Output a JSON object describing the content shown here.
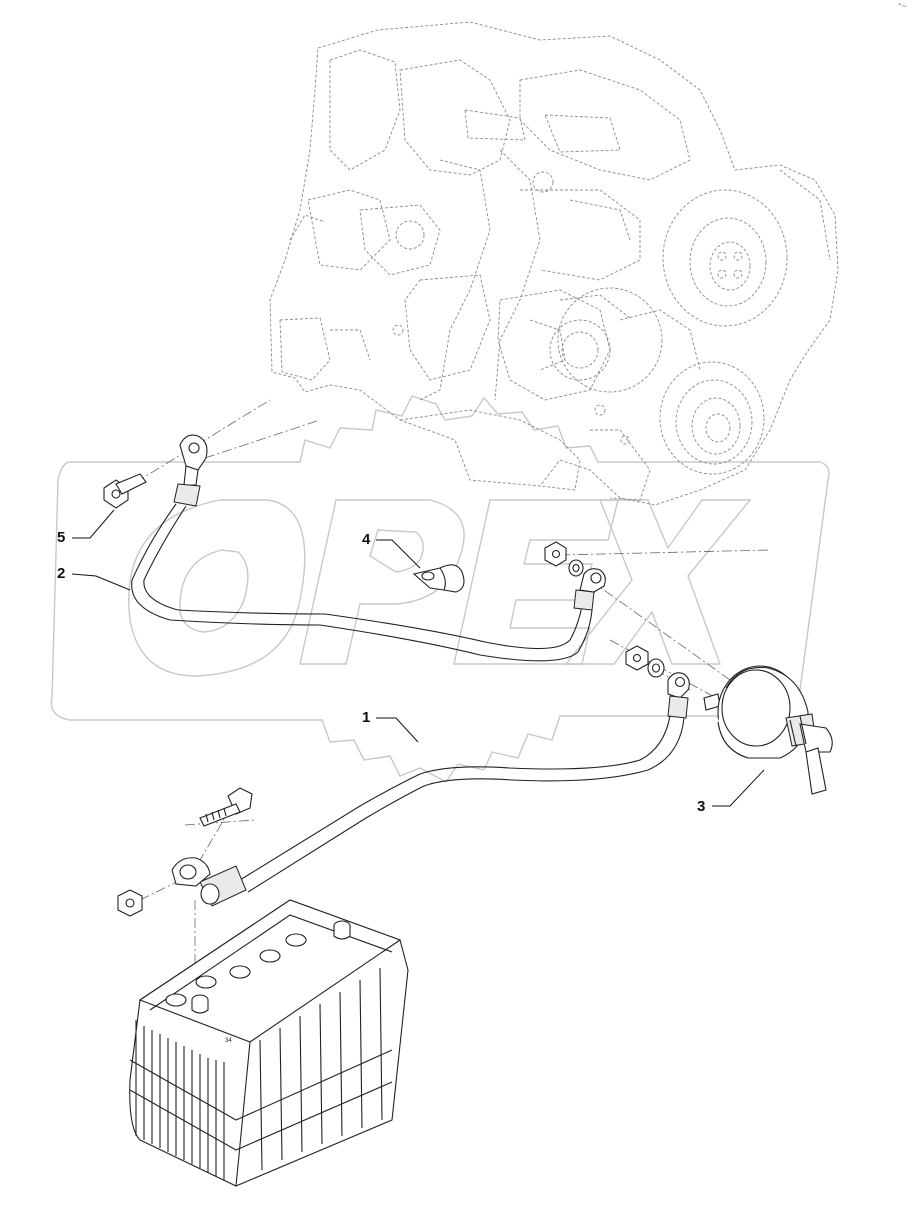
{
  "corner_mark": "ᐩ~",
  "callouts": [
    {
      "label": "1"
    },
    {
      "label": "2"
    },
    {
      "label": "3"
    },
    {
      "label": "4"
    },
    {
      "label": "5"
    }
  ],
  "battery_marking": "34",
  "watermark_text": "OPEX"
}
